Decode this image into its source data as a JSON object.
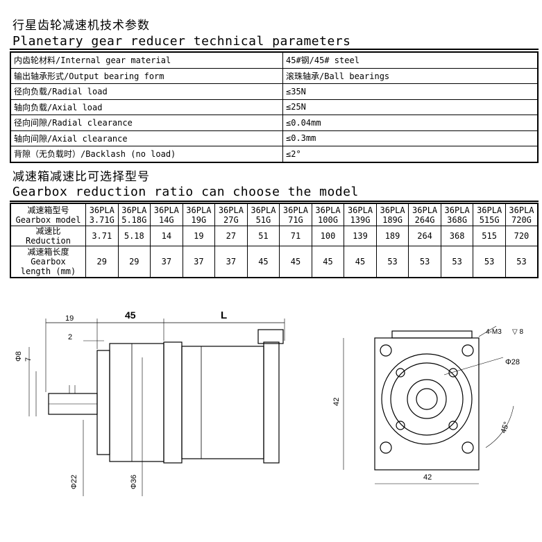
{
  "section1": {
    "title_zh": "行星齿轮减速机技术参数",
    "title_en": "Planetary gear reducer technical parameters",
    "rows": [
      {
        "label": "内齿轮材料/Internal gear material",
        "value": "45#钢/45# steel"
      },
      {
        "label": "输出轴承形式/Output bearing form",
        "value": "滚珠轴承/Ball bearings"
      },
      {
        "label": "径向负载/Radial load",
        "value": "≤35N"
      },
      {
        "label": "轴向负载/Axial load",
        "value": "≤25N"
      },
      {
        "label": "径向间隙/Radial clearance",
        "value": "≤0.04mm"
      },
      {
        "label": "轴向间隙/Axial clearance",
        "value": "≤0.3mm"
      },
      {
        "label": "背隙（无负载时）/Backlash (no load)",
        "value": "≤2°"
      }
    ]
  },
  "section2": {
    "title_zh": "减速箱减速比可选择型号",
    "title_en": "Gearbox reduction ratio can choose the model",
    "header_model_zh": "减速箱型号",
    "header_model_en": "Gearbox model",
    "header_ratio_zh": "减速比",
    "header_ratio_en": "Reduction",
    "header_length_zh": "减速箱长度",
    "header_length_en1": "Gearbox",
    "header_length_en2": "length (mm)",
    "models": [
      {
        "line1": "36PLA",
        "line2": "3.71G",
        "ratio": "3.71",
        "length": "29"
      },
      {
        "line1": "36PLA",
        "line2": "5.18G",
        "ratio": "5.18",
        "length": "29"
      },
      {
        "line1": "36PLA",
        "line2": "14G",
        "ratio": "14",
        "length": "37"
      },
      {
        "line1": "36PLA",
        "line2": "19G",
        "ratio": "19",
        "length": "37"
      },
      {
        "line1": "36PLA",
        "line2": "27G",
        "ratio": "27",
        "length": "37"
      },
      {
        "line1": "36PLA",
        "line2": "51G",
        "ratio": "51",
        "length": "45"
      },
      {
        "line1": "36PLA",
        "line2": "71G",
        "ratio": "71",
        "length": "45"
      },
      {
        "line1": "36PLA",
        "line2": "100G",
        "ratio": "100",
        "length": "45"
      },
      {
        "line1": "36PLA",
        "line2": "139G",
        "ratio": "139",
        "length": "45"
      },
      {
        "line1": "36PLA",
        "line2": "189G",
        "ratio": "189",
        "length": "53"
      },
      {
        "line1": "36PLA",
        "line2": "264G",
        "ratio": "264",
        "length": "53"
      },
      {
        "line1": "36PLA",
        "line2": "368G",
        "ratio": "368",
        "length": "53"
      },
      {
        "line1": "36PLA",
        "line2": "515G",
        "ratio": "515",
        "length": "53"
      },
      {
        "line1": "36PLA",
        "line2": "720G",
        "ratio": "720",
        "length": "53"
      }
    ]
  },
  "drawing": {
    "side_view": {
      "dim_19": "19",
      "dim_45": "45",
      "dim_L": "L",
      "dim_2": "2",
      "dim_7": "7",
      "dim_d8": "Φ8",
      "dim_d22": "Φ22",
      "dim_d36": "Φ36"
    },
    "front_view": {
      "dim_42_vertical": "42",
      "dim_42_horizontal": "42",
      "holes_note": "4-M3",
      "hole_depth": "▽ 8",
      "dim_d28": "Φ28",
      "angle": "45°"
    }
  }
}
